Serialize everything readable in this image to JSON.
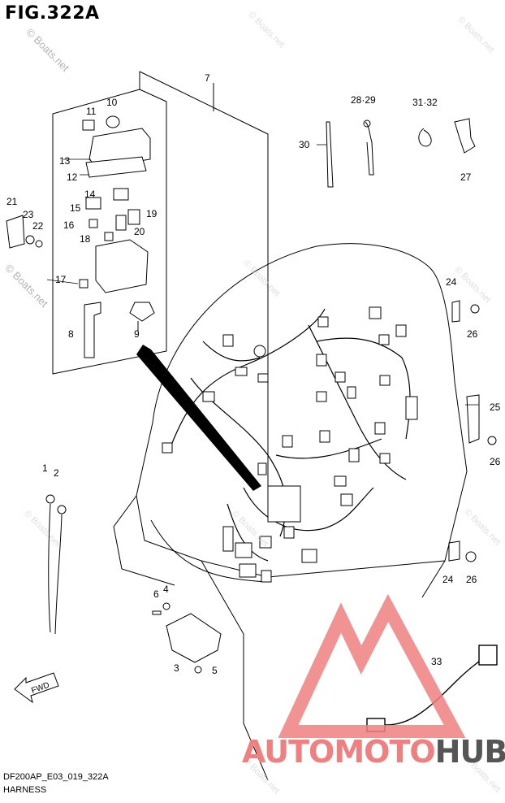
{
  "figure": {
    "title": "FIG.322A",
    "code": "DF200AP_E03_019_322A",
    "name": "HARNESS"
  },
  "callouts": [
    "7",
    "10",
    "11",
    "13",
    "12",
    "14",
    "15",
    "19",
    "16",
    "20",
    "18",
    "21",
    "23",
    "22",
    "17",
    "8",
    "9",
    "28·29",
    "31·32",
    "30",
    "27",
    "24",
    "26",
    "25",
    "26",
    "1",
    "2",
    "24",
    "26",
    "6",
    "4",
    "3",
    "5",
    "33"
  ],
  "fwd_label": "FWD",
  "watermarks": {
    "main": "© Boats.net",
    "small": "© Boats.net"
  },
  "brand": {
    "part_a": "AUTOMOTO",
    "part_b": "HUB",
    "accent": "#f08080",
    "dark": "#555555"
  }
}
